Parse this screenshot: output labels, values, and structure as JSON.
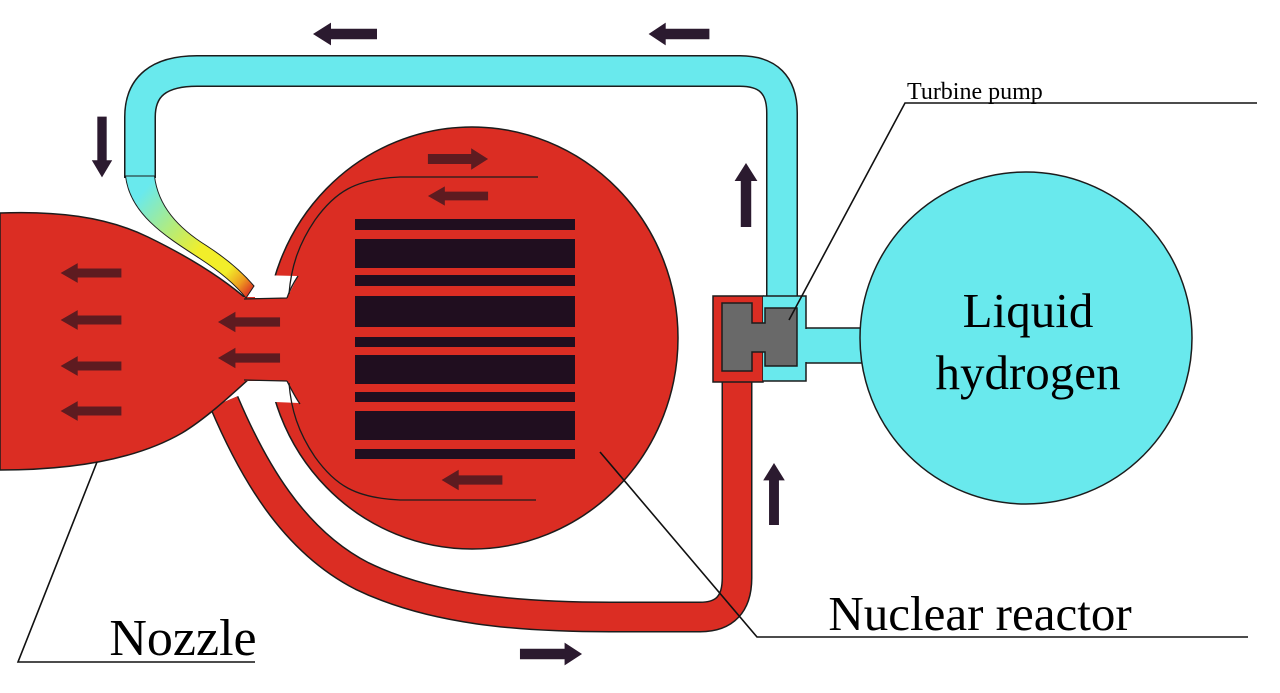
{
  "title": "Nuclear thermal rocket engine flow diagram",
  "labels": {
    "turbine_pump": "Turbine pump",
    "tank_line1": "Liquid",
    "tank_line2": "hydrogen",
    "reactor": "Nuclear reactor",
    "nozzle": "Nozzle"
  },
  "colors": {
    "background": "#ffffff",
    "body_red": "#db2d23",
    "pipe_cyan": "#69e9ed",
    "fuel_rod_dark": "#200e1f",
    "arrow_dark": "#2b1a2f",
    "arrow_maroon": "#5e1b20",
    "pump_gray": "#696969",
    "outline": "#1c1c1c",
    "leader": "#111111",
    "text": "#000000",
    "heat_green": "#b9ec73",
    "heat_yellow": "#f2ee2a",
    "heat_orange": "#ee9d20"
  },
  "icons": {
    "flow_arrow": "block-arrow"
  },
  "components": {
    "tank": "liquid hydrogen tank",
    "pump": "turbine pump",
    "reactor": "nuclear reactor core with 9 fuel rods",
    "nozzle": "de Laval nozzle",
    "cold_line": "liquid hydrogen feed line (cyan)",
    "hot_line": "hot hydrogen line (red)"
  },
  "reactor": {
    "fuel_rod_count": 9
  }
}
